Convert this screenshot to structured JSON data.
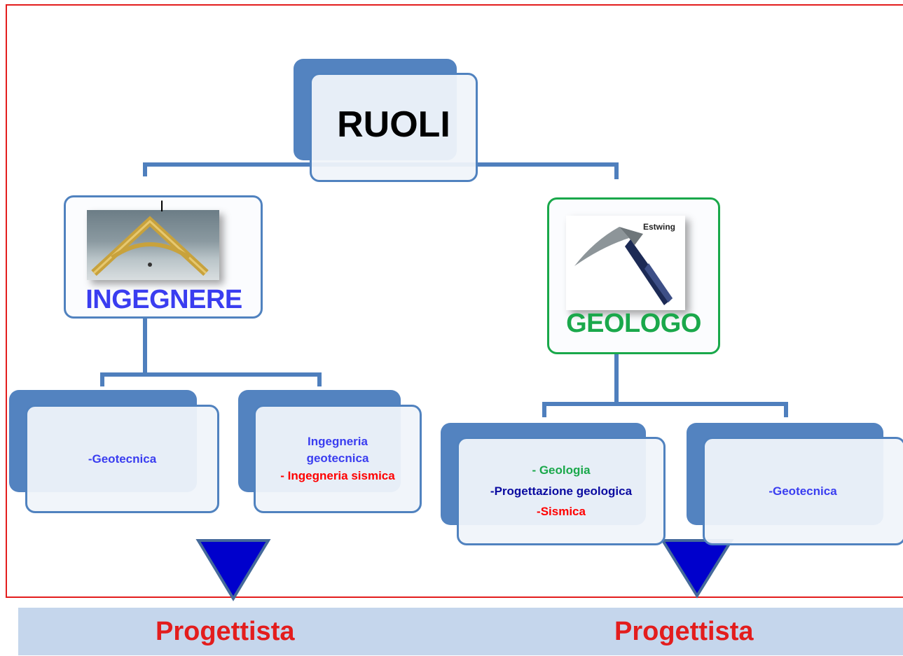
{
  "root": {
    "label": "RUOLI"
  },
  "roles": [
    {
      "label": "INGEGNERE",
      "color": "#3a3df0",
      "image_icon": "engineer-ruler-icon",
      "cursor_mark": "I",
      "children": [
        {
          "lines": [
            {
              "text": "-Geotecnica",
              "color": "#3a3df0"
            }
          ]
        },
        {
          "lines": [
            {
              "text": "Ingegneria geotecnica",
              "color": "#3a3df0"
            },
            {
              "text": "- Ingegneria sismica",
              "color": "#ff0000"
            }
          ]
        }
      ],
      "outcome": "Progettista"
    },
    {
      "label": "GEOLOGO",
      "color": "#1aa84b",
      "image_icon": "rock-hammer-icon",
      "image_brand": "Estwing",
      "children": [
        {
          "lines": [
            {
              "text": "- Geologia",
              "color": "#1aa84b"
            },
            {
              "text": "-Progettazione geologica",
              "color": "#0a0aa0"
            },
            {
              "text": "-Sismica",
              "color": "#ff0000"
            }
          ]
        },
        {
          "lines": [
            {
              "text": "-Geotecnica",
              "color": "#3a3df0"
            }
          ]
        }
      ],
      "outcome": "Progettista"
    }
  ],
  "colors": {
    "frame": "#e31d1d",
    "box_back": "#5383c0",
    "arrow": "#0000cc",
    "footer": "#c5d6ec",
    "outcome_text": "#e31d1d"
  }
}
